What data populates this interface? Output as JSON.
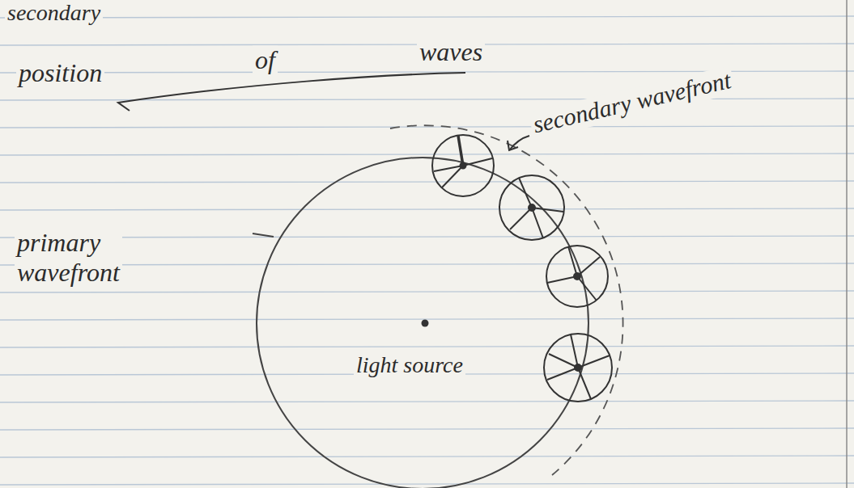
{
  "diagram": {
    "labels": [
      "secondary",
      "position",
      "of",
      "waves",
      "secondary wavefront",
      "primary wavefront",
      "light source"
    ]
  }
}
